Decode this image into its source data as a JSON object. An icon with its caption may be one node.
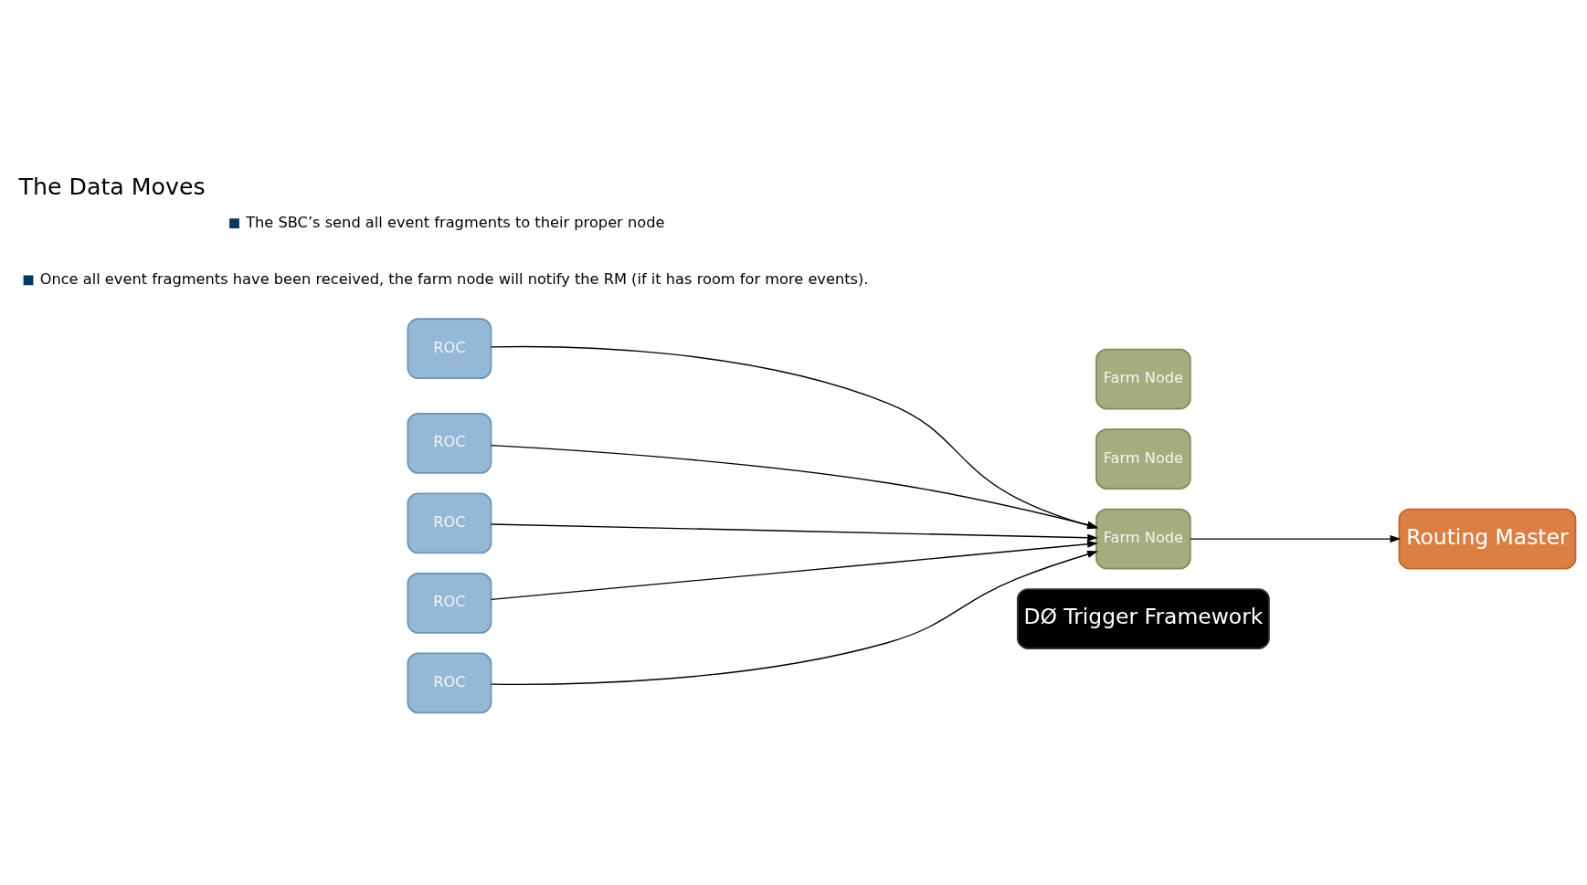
{
  "diagram": {
    "title": "The Data Moves",
    "nodes": [
      {
        "text": [
          "ROC"
        ]
      },
      {
        "text": [
          "ROC"
        ]
      },
      {
        "text": [
          "ROC"
        ]
      },
      {
        "text": [
          "ROC"
        ]
      },
      {
        "text": [
          "ROC"
        ]
      },
      {
        "text": [
          "Farm Node"
        ]
      },
      {
        "text": [
          "Farm Node"
        ]
      },
      {
        "text": [
          "Farm Node"
        ]
      },
      {
        "text": [
          "Routing Master"
        ]
      },
      {
        "text": [
          "DØ Trigger Framework"
        ]
      }
    ],
    "edges": [
      {
        "from": 0,
        "to": 7,
        "arrow": "to"
      },
      {
        "from": 1,
        "to": 7,
        "arrow": "to"
      },
      {
        "from": 2,
        "to": 7,
        "arrow": "to"
      },
      {
        "from": 3,
        "to": 7,
        "arrow": "to"
      },
      {
        "from": 4,
        "to": 7,
        "arrow": "to"
      },
      {
        "from": 7,
        "to": 8,
        "arrow": "to"
      }
    ],
    "labels": [
      "The SBC’s send all event fragments to their proper node",
      "Once all event fragments have been received, the farm node will notify the RM (if it has room for more events)."
    ]
  }
}
